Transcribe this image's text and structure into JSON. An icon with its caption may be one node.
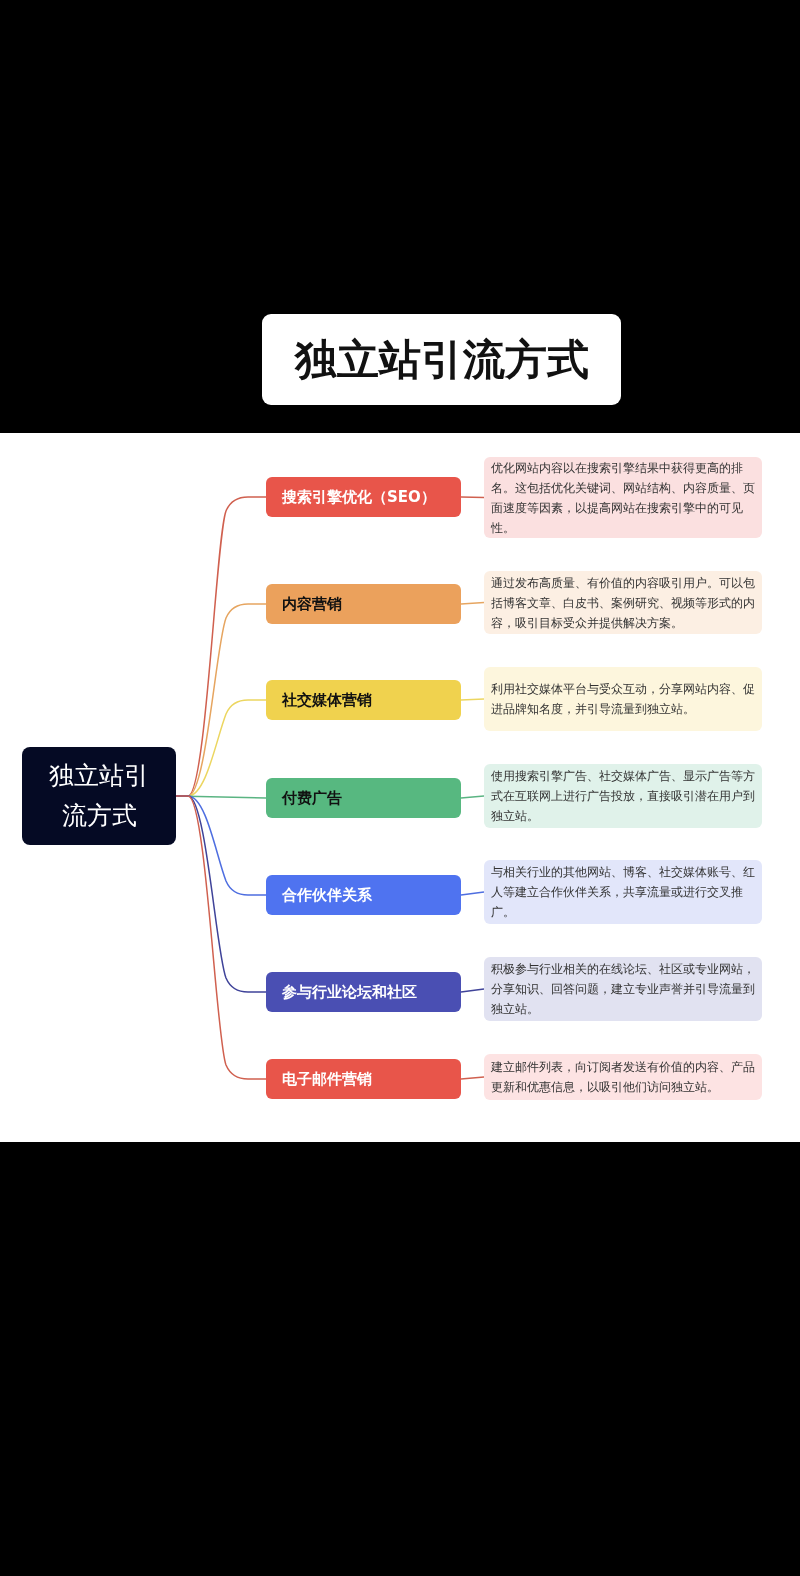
{
  "diagram": {
    "title": "独立站引流方式",
    "nodes": [
      {
        "text": [
          "独立站引流方式"
        ]
      },
      {
        "text": [
          "搜索引擎优化（SEO）"
        ]
      },
      {
        "text": [
          "内容营销"
        ]
      },
      {
        "text": [
          "社交媒体营销"
        ]
      },
      {
        "text": [
          "付费广告"
        ]
      },
      {
        "text": [
          "合作伙伴关系"
        ]
      },
      {
        "text": [
          "参与行业论坛和社区"
        ]
      },
      {
        "text": [
          "电子邮件营销"
        ]
      },
      {
        "text": [
          "优化网站内容以在搜索引擎结果中获得更高的排名。这包括优化关键词、网站结构、内容质量、页面速度等因素，以提高网站在搜索引擎中的可见性。"
        ]
      },
      {
        "text": [
          "通过发布高质量、有价值的内容吸引用户。可以包括博客文章、白皮书、案例研究、视频等形式的内容，吸引目标受众并提供解决方案。"
        ]
      },
      {
        "text": [
          "利用社交媒体平台与受众互动，分享网站内容、促进品牌知名度，并引导流量到独立站。"
        ]
      },
      {
        "text": [
          "使用搜索引擎广告、社交媒体广告、显示广告等方式在互联网上进行广告投放，直接吸引潜在用户到独立站。"
        ]
      },
      {
        "text": [
          "与相关行业的其他网站、博客、社交媒体账号、红人等建立合作伙伴关系，共享流量或进行交叉推广。"
        ]
      },
      {
        "text": [
          "积极参与行业相关的在线论坛、社区或专业网站，分享知识、回答问题，建立专业声誉并引导流量到独立站。"
        ]
      },
      {
        "text": [
          "建立邮件列表，向订阅者发送有价值的内容、产品更新和优惠信息，以吸引他们访问独立站。"
        ]
      }
    ],
    "edges": [
      {
        "from": 0,
        "to": 1,
        "arrow": "none",
        "color": "#d0604f"
      },
      {
        "from": 0,
        "to": 2,
        "arrow": "none",
        "color": "#e6a560"
      },
      {
        "from": 0,
        "to": 3,
        "arrow": "none",
        "color": "#ecd660"
      },
      {
        "from": 0,
        "to": 4,
        "arrow": "none",
        "color": "#5ab482"
      },
      {
        "from": 0,
        "to": 5,
        "arrow": "none",
        "color": "#4e6ee0"
      },
      {
        "from": 0,
        "to": 6,
        "arrow": "none",
        "color": "#3f4399"
      },
      {
        "from": 0,
        "to": 7,
        "arrow": "none",
        "color": "#d0604f"
      },
      {
        "from": 1,
        "to": 8,
        "arrow": "none",
        "color": "#d0604f"
      },
      {
        "from": 2,
        "to": 9,
        "arrow": "none",
        "color": "#e6a560"
      },
      {
        "from": 3,
        "to": 10,
        "arrow": "none",
        "color": "#ecd660"
      },
      {
        "from": 4,
        "to": 11,
        "arrow": "none",
        "color": "#5ab482"
      },
      {
        "from": 5,
        "to": 12,
        "arrow": "none",
        "color": "#4e6ee0"
      },
      {
        "from": 6,
        "to": 13,
        "arrow": "none",
        "color": "#3f4399"
      },
      {
        "from": 7,
        "to": 14,
        "arrow": "none",
        "color": "#d0604f"
      }
    ]
  }
}
